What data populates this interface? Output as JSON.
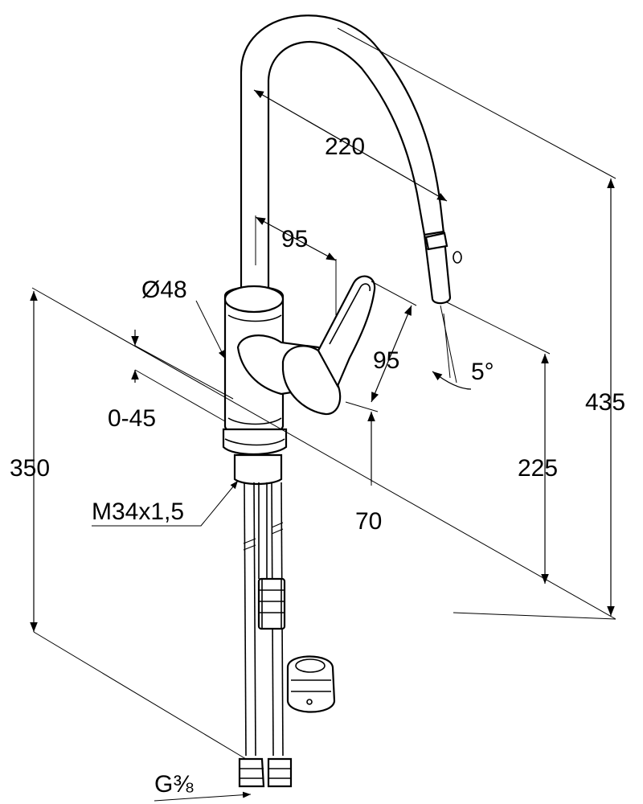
{
  "diagram": {
    "dimensions": {
      "reach": "220",
      "lever_offset": "95",
      "diameter": "Ø48",
      "lever_height": "95",
      "angle": "5°",
      "swivel": "0-45",
      "total_height": "435",
      "spout_height": "225",
      "base_height": "70",
      "install_height": "350",
      "thread": "M34x1,5",
      "connection": "G⅜"
    },
    "colors": {
      "line": "#000000",
      "background": "#ffffff"
    }
  }
}
